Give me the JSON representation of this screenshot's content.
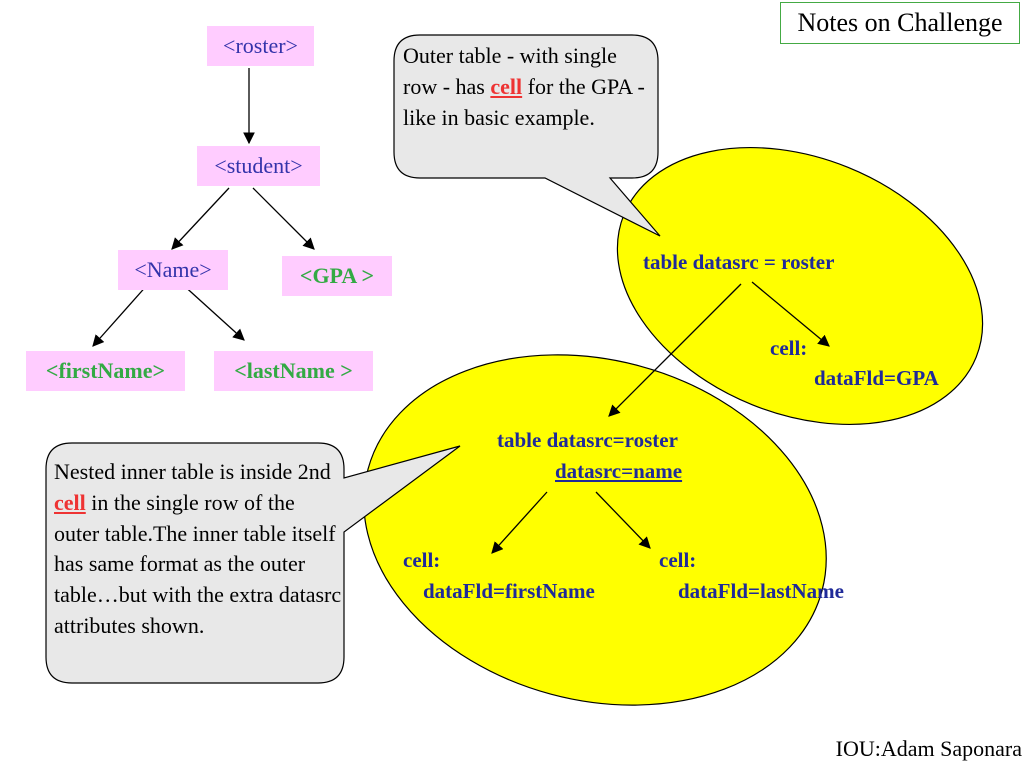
{
  "note_box": "Notes on Challenge",
  "tree": {
    "roster": "<roster>",
    "student": "<student>",
    "name": "<Name>",
    "gpa": "<GPA >",
    "firstname": "<firstName>",
    "lastname": "<lastName >"
  },
  "callout_top": {
    "before": "Outer table - with single row - has ",
    "cell": "cell",
    "after": " for the GPA - like in basic example."
  },
  "callout_bottom": {
    "before": "Nested inner table is inside 2nd ",
    "cell": "cell",
    "after": " in the single row of the outer table.The inner table itself has same format as the outer table…but with the extra datasrc attributes shown."
  },
  "ellipse_top": {
    "table": "table datasrc = roster",
    "cell": "cell:",
    "field": "dataFld=GPA"
  },
  "ellipse_bottom": {
    "table": "table datasrc=roster",
    "datasrc": "datasrc=name",
    "cell_left": "cell:",
    "field_left": "dataFld=firstName",
    "cell_right": "cell:",
    "field_right": "dataFld=lastName"
  },
  "credit": "IOU:Adam Saponara",
  "colors": {
    "node_fill": "#ffccff",
    "ellipse_fill": "#ffff00",
    "callout_fill": "#e8e8e8",
    "label_blue": "#1f2a99",
    "green": "#33aa44",
    "cell_red": "#ee3333"
  }
}
